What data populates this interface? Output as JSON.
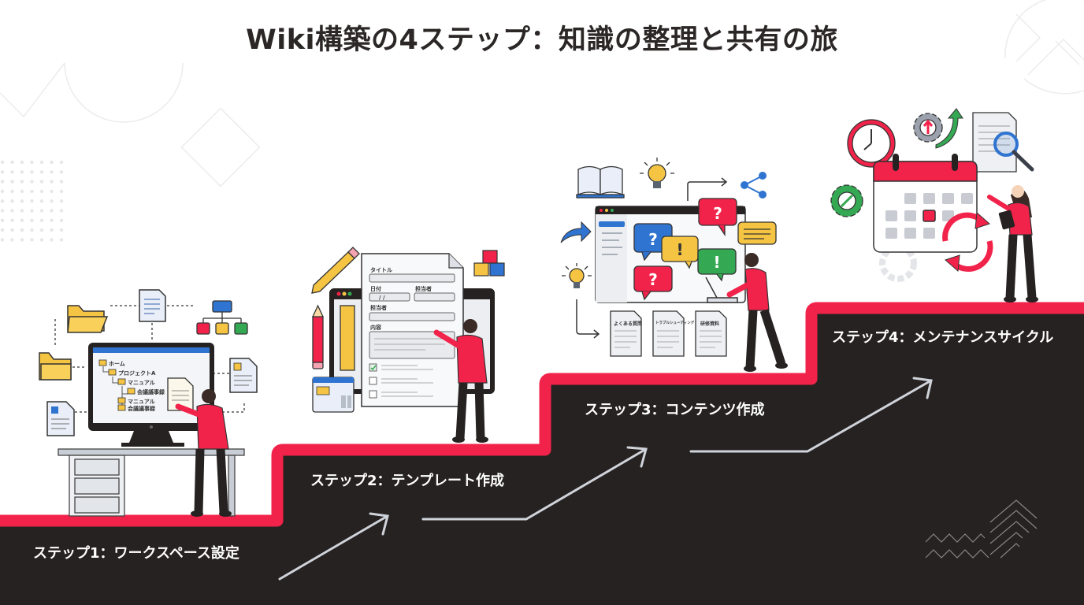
{
  "title": "Wiki構築の4ステップ：知識の整理と共有の旅",
  "colors": {
    "accent_red": "#f2234a",
    "stair_dark": "#262221",
    "arrow_light": "#cfd3da",
    "folder_yellow": "#f5c443",
    "icon_blue": "#2f74d0",
    "icon_green": "#34a853"
  },
  "steps": [
    {
      "number": 1,
      "label": "ステップ1：ワークスペース設定",
      "illustration": {
        "name": "workspace-setup",
        "tree_items": [
          "ホーム",
          "プロジェクトA",
          "マニュアル",
          "会議議事録",
          "マニュアル",
          "会議議事録"
        ]
      }
    },
    {
      "number": 2,
      "label": "ステップ2：テンプレート作成",
      "illustration": {
        "name": "template-form",
        "form_fields": [
          "タイトル",
          "日付",
          "担当者",
          "担当者",
          "内容"
        ],
        "date_placeholder": "/    /"
      }
    },
    {
      "number": 3,
      "label": "ステップ3：コンテンツ作成",
      "illustration": {
        "name": "content-creation",
        "doc_titles": [
          "よくある質問",
          "トラブルシューティング",
          "研修資料"
        ],
        "bubbles": [
          "?",
          "!",
          "!",
          "?",
          "?"
        ]
      }
    },
    {
      "number": 4,
      "label": "ステップ4：メンテナンスサイクル",
      "illustration": {
        "name": "maintenance-cycle"
      }
    }
  ]
}
